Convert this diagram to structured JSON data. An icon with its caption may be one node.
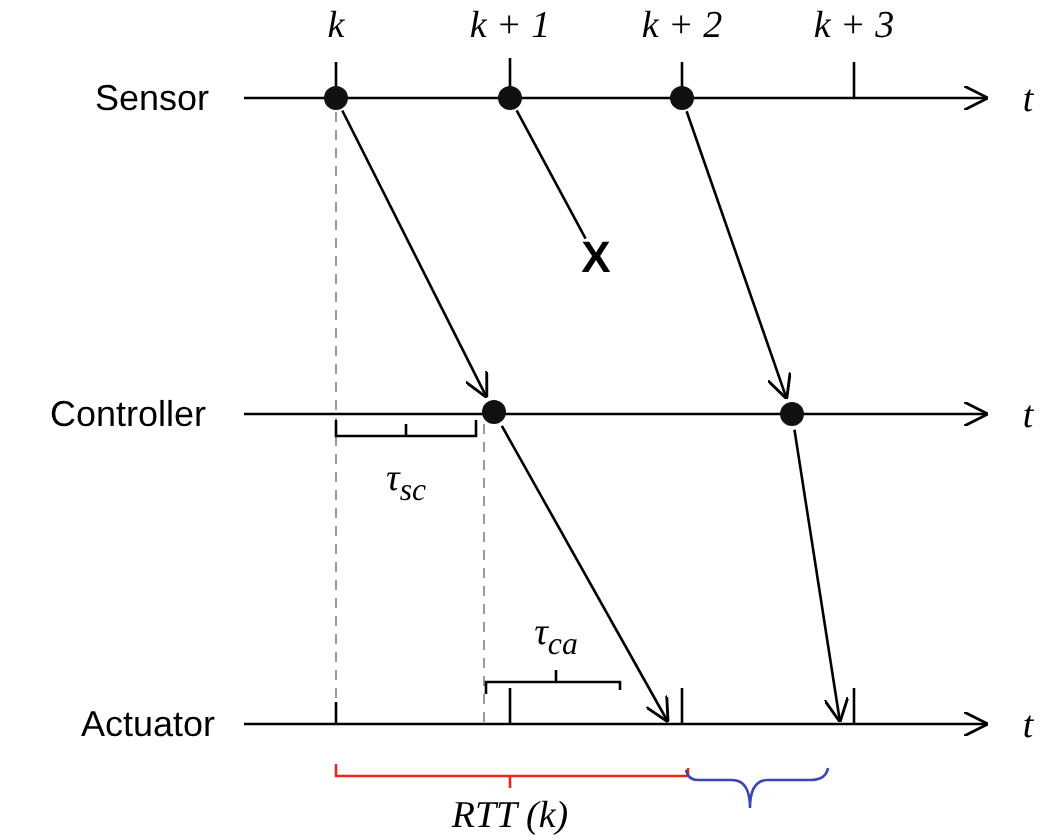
{
  "diagram": {
    "nodes": [
      {
        "text": [],
        "shape": "circle"
      },
      {
        "text": [],
        "shape": "circle"
      },
      {
        "text": [],
        "shape": "circle"
      },
      {
        "text": [
          "X"
        ]
      },
      {
        "text": [],
        "shape": "circle"
      },
      {
        "text": [],
        "shape": "circle"
      }
    ],
    "edges": [
      {
        "from": 0,
        "to": 4,
        "arrow": "to"
      },
      {
        "from": 1,
        "to": 3,
        "arrow": "none"
      },
      {
        "from": 2,
        "to": 5,
        "arrow": "to"
      },
      {
        "from": 4,
        "to": null,
        "arrow": "to"
      },
      {
        "from": 5,
        "to": null,
        "arrow": "to"
      }
    ],
    "labels": [
      "k",
      "k + 1",
      "k + 2",
      "k + 3",
      "Sensor",
      "t",
      "Controller",
      "t",
      "τ$_{sc}$",
      "τ$_{ca}$",
      "Actuator",
      "t",
      "RTT (k)"
    ]
  }
}
